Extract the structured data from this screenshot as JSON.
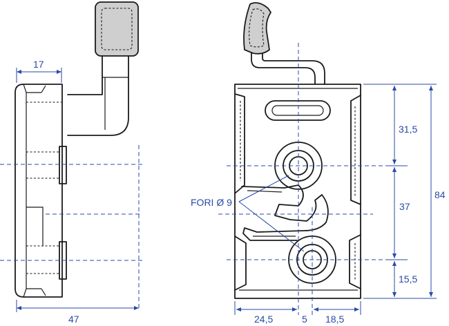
{
  "dimensions": {
    "side_top_width": "17",
    "side_total_width": "47",
    "front_height_top": "31,5",
    "front_height_middle": "37",
    "front_height_bottom": "15,5",
    "front_total_height": "84",
    "front_width_left": "24,5",
    "front_width_center": "5",
    "front_width_right": "18,5"
  },
  "callout": {
    "holes_label": "FORI Ø 9"
  },
  "colors": {
    "dimension_blue": "#2a4aa6",
    "outline": "#1a1a1a",
    "grip_fill": "#cfcfcf"
  }
}
